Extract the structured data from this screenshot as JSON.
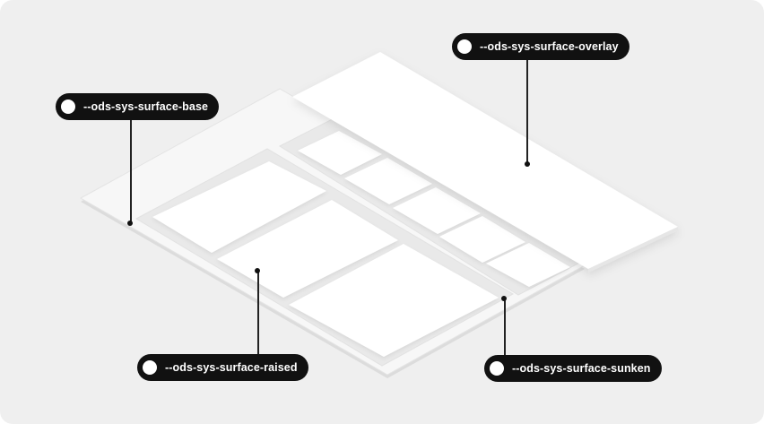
{
  "labels": {
    "overlay": "--ods-sys-surface-overlay",
    "base": "--ods-sys-surface-base",
    "raised": "--ods-sys-surface-raised",
    "sunken": "--ods-sys-surface-sunken"
  },
  "colors": {
    "background": "#efefef",
    "base": "#f7f7f7",
    "sunken": "#e9e9e9",
    "raised": "#ffffff",
    "overlay": "#ffffff",
    "label_bg": "#111111",
    "label_text": "#ffffff"
  }
}
